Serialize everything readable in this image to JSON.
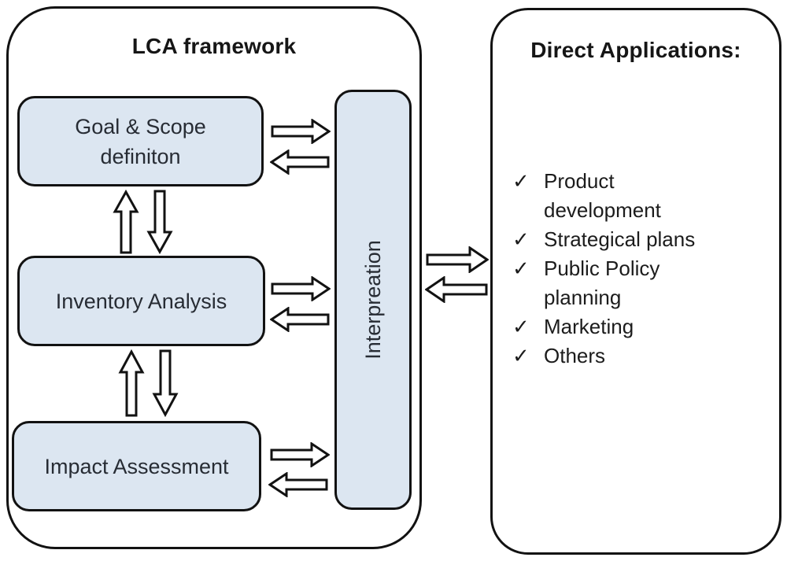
{
  "framework_panel": {
    "title": "LCA framework",
    "goal_node_label": "Goal & Scope definiton",
    "inventory_node_label": "Inventory Analysis",
    "impact_node_label": "Impact Assessment",
    "interpretation_node_label": "Interpreation"
  },
  "applications_panel": {
    "title": "Direct Applications:",
    "check_glyph": "✓",
    "items": [
      {
        "text": "Product development"
      },
      {
        "text": "Strategical plans"
      },
      {
        "text": "Public Policy planning"
      },
      {
        "text": "Marketing"
      },
      {
        "text": "Others"
      }
    ]
  },
  "colors": {
    "node_fill": "#dce6f1",
    "outline": "#121212",
    "background": "#ffffff"
  }
}
